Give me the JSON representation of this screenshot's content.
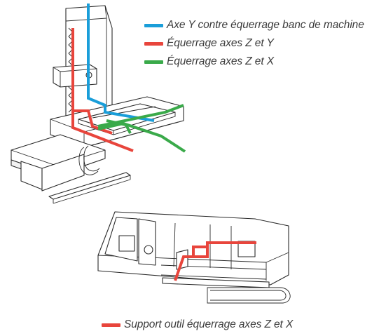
{
  "colors": {
    "blue": "#1a9ed9",
    "red": "#e8453c",
    "green": "#3aaa4a",
    "line": "#2a2a2a"
  },
  "legend": [
    {
      "label": "Axe Y contre équerrage banc de machine",
      "color": "#1a9ed9"
    },
    {
      "label": "Équerrage axes Z et Y",
      "color": "#e8453c"
    },
    {
      "label": "Équerrage axes Z et X",
      "color": "#3aaa4a"
    },
    {
      "label": "Support outil équerrage axes Z et X",
      "color": "#e8453c"
    }
  ]
}
